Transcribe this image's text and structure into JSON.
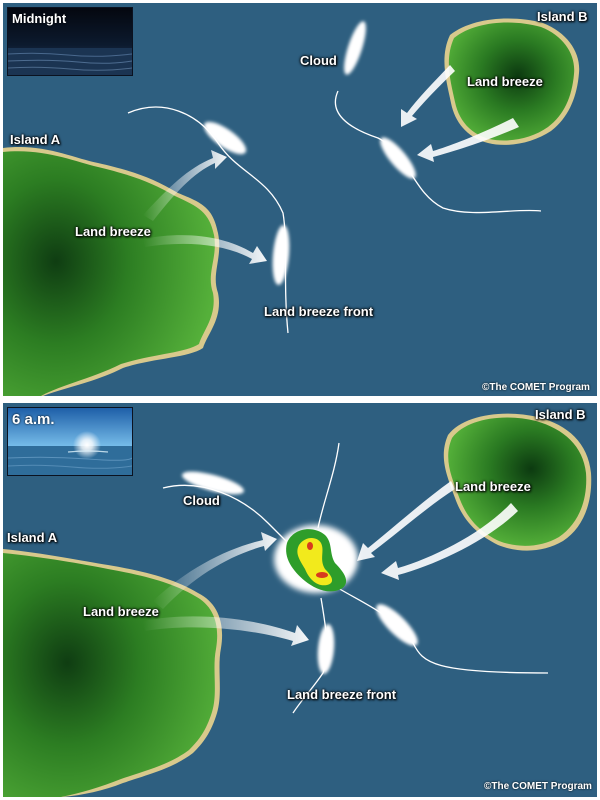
{
  "panels": [
    {
      "inset_label": "Midnight",
      "island_a": "Island A",
      "island_b": "Island B",
      "cloud": "Cloud",
      "land_breeze_a": "Land breeze",
      "land_breeze_b": "Land breeze",
      "front": "Land breeze front",
      "credit": "©The COMET Program"
    },
    {
      "inset_label": "6 a.m.",
      "island_a": "Island A",
      "island_b": "Island B",
      "cloud": "Cloud",
      "land_breeze_a": "Land breeze",
      "land_breeze_b": "Land breeze",
      "front": "Land breeze front",
      "credit": "©The COMET Program"
    }
  ],
  "colors": {
    "ocean": "#2d5f7f",
    "land": "#3f9a2a",
    "shore": "#d6c88a",
    "cloud": "#ffffff",
    "storm_green": "#2e9d2a",
    "storm_yellow": "#f2ea1c",
    "storm_red": "#d83a1e"
  }
}
